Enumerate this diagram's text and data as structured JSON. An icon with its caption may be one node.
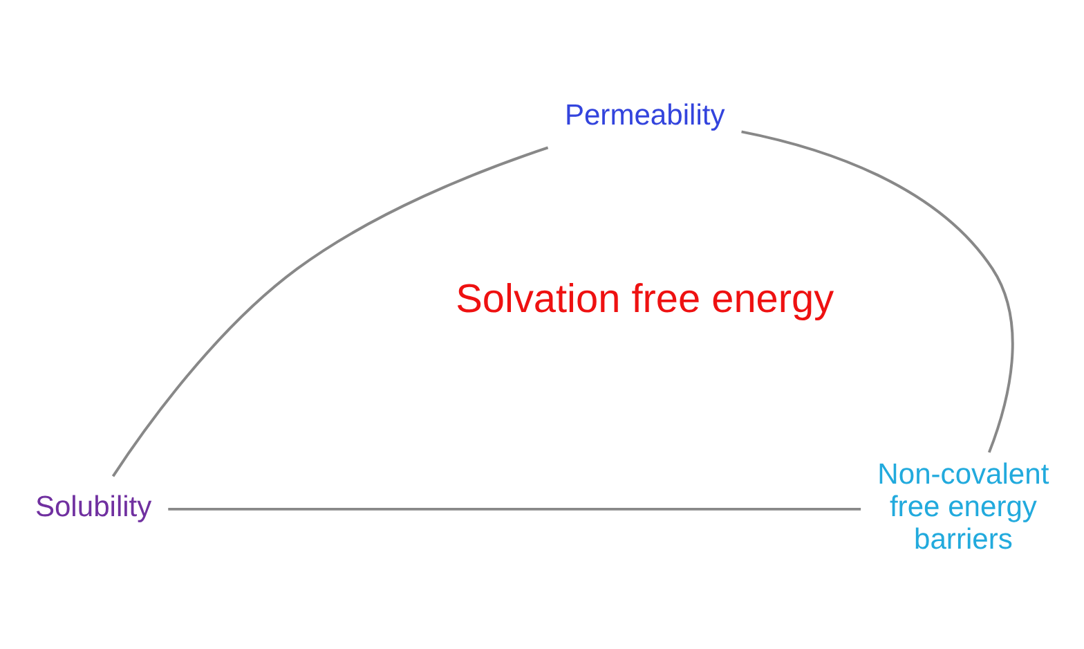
{
  "diagram": {
    "nodes": [
      {
        "text": [
          "Permeability"
        ]
      },
      {
        "text": [
          "Solubility"
        ]
      },
      {
        "text": [
          "Non-covalent free energy barriers"
        ]
      },
      {
        "text": [
          "Solvation free energy"
        ]
      }
    ],
    "edges": [
      {
        "from": 0,
        "to": 1,
        "arrow": "none"
      },
      {
        "from": 1,
        "to": 2,
        "arrow": "none"
      },
      {
        "from": 2,
        "to": 0,
        "arrow": "none"
      }
    ]
  }
}
